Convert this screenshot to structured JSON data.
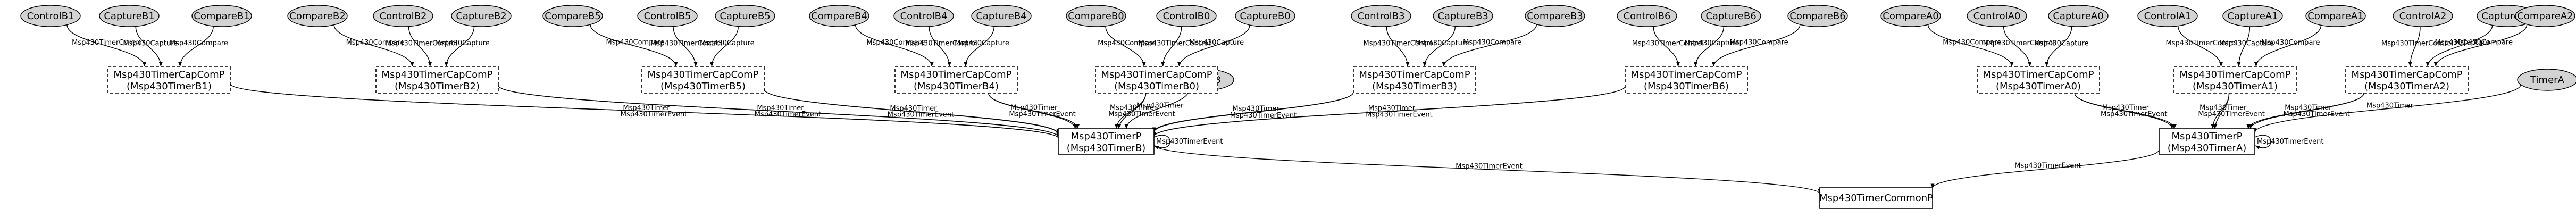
{
  "ellipse_nodes": [
    {
      "id": "ControlB1",
      "label": "ControlB1"
    },
    {
      "id": "CaptureB1",
      "label": "CaptureB1"
    },
    {
      "id": "CompareB1",
      "label": "CompareB1"
    },
    {
      "id": "CompareB2",
      "label": "CompareB2"
    },
    {
      "id": "ControlB2",
      "label": "ControlB2"
    },
    {
      "id": "CaptureB2",
      "label": "CaptureB2"
    },
    {
      "id": "CompareB5",
      "label": "CompareB5"
    },
    {
      "id": "ControlB5",
      "label": "ControlB5"
    },
    {
      "id": "CaptureB5",
      "label": "CaptureB5"
    },
    {
      "id": "CompareB4",
      "label": "CompareB4"
    },
    {
      "id": "ControlB4",
      "label": "ControlB4"
    },
    {
      "id": "CaptureB4",
      "label": "CaptureB4"
    },
    {
      "id": "CompareB0",
      "label": "CompareB0"
    },
    {
      "id": "ControlB0",
      "label": "ControlB0"
    },
    {
      "id": "CaptureB0",
      "label": "CaptureB0"
    },
    {
      "id": "TimerB",
      "label": "TimerB"
    },
    {
      "id": "ControlB3",
      "label": "ControlB3"
    },
    {
      "id": "CaptureB3",
      "label": "CaptureB3"
    },
    {
      "id": "CompareB3",
      "label": "CompareB3"
    },
    {
      "id": "ControlB6",
      "label": "ControlB6"
    },
    {
      "id": "CaptureB6",
      "label": "CaptureB6"
    },
    {
      "id": "CompareB6",
      "label": "CompareB6"
    },
    {
      "id": "CompareA0",
      "label": "CompareA0"
    },
    {
      "id": "ControlA0",
      "label": "ControlA0"
    },
    {
      "id": "CaptureA0",
      "label": "CaptureA0"
    },
    {
      "id": "ControlA1",
      "label": "ControlA1"
    },
    {
      "id": "CaptureA1",
      "label": "CaptureA1"
    },
    {
      "id": "CompareA1",
      "label": "CompareA1"
    },
    {
      "id": "ControlA2",
      "label": "ControlA2"
    },
    {
      "id": "CaptureA2",
      "label": "CaptureA2"
    },
    {
      "id": "CompareA2",
      "label": "CompareA2"
    },
    {
      "id": "TimerA",
      "label": "TimerA"
    }
  ],
  "config_nodes": [
    {
      "id": "CfgB1",
      "line1": "Msp430TimerCapComP",
      "line2": "(Msp430TimerB1)"
    },
    {
      "id": "CfgB2",
      "line1": "Msp430TimerCapComP",
      "line2": "(Msp430TimerB2)"
    },
    {
      "id": "CfgB5",
      "line1": "Msp430TimerCapComP",
      "line2": "(Msp430TimerB5)"
    },
    {
      "id": "CfgB4",
      "line1": "Msp430TimerCapComP",
      "line2": "(Msp430TimerB4)"
    },
    {
      "id": "CfgB0",
      "line1": "Msp430TimerCapComP",
      "line2": "(Msp430TimerB0)"
    },
    {
      "id": "CfgB3",
      "line1": "Msp430TimerCapComP",
      "line2": "(Msp430TimerB3)"
    },
    {
      "id": "CfgB6",
      "line1": "Msp430TimerCapComP",
      "line2": "(Msp430TimerB6)"
    },
    {
      "id": "CfgA0",
      "line1": "Msp430TimerCapComP",
      "line2": "(Msp430TimerA0)"
    },
    {
      "id": "CfgA1",
      "line1": "Msp430TimerCapComP",
      "line2": "(Msp430TimerA1)"
    },
    {
      "id": "CfgA2",
      "line1": "Msp430TimerCapComP",
      "line2": "(Msp430TimerA2)"
    }
  ],
  "module_nodes": [
    {
      "id": "TimerBP",
      "line1": "Msp430TimerP",
      "line2": "(Msp430TimerB)"
    },
    {
      "id": "TimerAP",
      "line1": "Msp430TimerP",
      "line2": "(Msp430TimerA)"
    },
    {
      "id": "Common",
      "line1": "Msp430TimerCommonP",
      "line2": ""
    }
  ],
  "edges": [
    {
      "from": "ControlB1",
      "to": "CfgB1",
      "label": "Msp430TimerControl"
    },
    {
      "from": "CaptureB1",
      "to": "CfgB1",
      "label": "Msp430Capture"
    },
    {
      "from": "CompareB1",
      "to": "CfgB1",
      "label": "Msp430Compare"
    },
    {
      "from": "CompareB2",
      "to": "CfgB2",
      "label": "Msp430Compare"
    },
    {
      "from": "ControlB2",
      "to": "CfgB2",
      "label": "Msp430TimerControl"
    },
    {
      "from": "CaptureB2",
      "to": "CfgB2",
      "label": "Msp430Capture"
    },
    {
      "from": "CompareB5",
      "to": "CfgB5",
      "label": "Msp430Compare"
    },
    {
      "from": "ControlB5",
      "to": "CfgB5",
      "label": "Msp430TimerControl"
    },
    {
      "from": "CaptureB5",
      "to": "CfgB5",
      "label": "Msp430Capture"
    },
    {
      "from": "CompareB4",
      "to": "CfgB4",
      "label": "Msp430Compare"
    },
    {
      "from": "ControlB4",
      "to": "CfgB4",
      "label": "Msp430TimerControl"
    },
    {
      "from": "CaptureB4",
      "to": "CfgB4",
      "label": "Msp430Capture"
    },
    {
      "from": "CompareB0",
      "to": "CfgB0",
      "label": "Msp430Compare"
    },
    {
      "from": "ControlB0",
      "to": "CfgB0",
      "label": "Msp430TimerControl"
    },
    {
      "from": "CaptureB0",
      "to": "CfgB0",
      "label": "Msp430Capture"
    },
    {
      "from": "ControlB3",
      "to": "CfgB3",
      "label": "Msp430TimerControl"
    },
    {
      "from": "CaptureB3",
      "to": "CfgB3",
      "label": "Msp430Capture"
    },
    {
      "from": "CompareB3",
      "to": "CfgB3",
      "label": "Msp430Compare"
    },
    {
      "from": "ControlB6",
      "to": "CfgB6",
      "label": "Msp430TimerControl"
    },
    {
      "from": "CaptureB6",
      "to": "CfgB6",
      "label": "Msp430Capture"
    },
    {
      "from": "CompareB6",
      "to": "CfgB6",
      "label": "Msp430Compare"
    },
    {
      "from": "CompareA0",
      "to": "CfgA0",
      "label": "Msp430Compare"
    },
    {
      "from": "ControlA0",
      "to": "CfgA0",
      "label": "Msp430TimerControl"
    },
    {
      "from": "CaptureA0",
      "to": "CfgA0",
      "label": "Msp430Capture"
    },
    {
      "from": "ControlA1",
      "to": "CfgA1",
      "label": "Msp430TimerControl"
    },
    {
      "from": "CaptureA1",
      "to": "CfgA1",
      "label": "Msp430Capture"
    },
    {
      "from": "CompareA1",
      "to": "CfgA1",
      "label": "Msp430Compare"
    },
    {
      "from": "ControlA2",
      "to": "CfgA2",
      "label": "Msp430TimerControl"
    },
    {
      "from": "CaptureA2",
      "to": "CfgA2",
      "label": "Msp430Capture"
    },
    {
      "from": "CompareA2",
      "to": "CfgA2",
      "label": "Msp430Compare"
    },
    {
      "from": "CfgB1",
      "to": "TimerBP",
      "label": "Msp430Timer"
    },
    {
      "from": "CfgB1",
      "to": "TimerBP",
      "label": "Msp430TimerEvent"
    },
    {
      "from": "CfgB2",
      "to": "TimerBP",
      "label": "Msp430Timer"
    },
    {
      "from": "CfgB2",
      "to": "TimerBP",
      "label": "Msp430TimerEvent"
    },
    {
      "from": "CfgB5",
      "to": "TimerBP",
      "label": "Msp430Timer"
    },
    {
      "from": "CfgB5",
      "to": "TimerBP",
      "label": "Msp430TimerEvent"
    },
    {
      "from": "CfgB4",
      "to": "TimerBP",
      "label": "Msp430Timer"
    },
    {
      "from": "CfgB4",
      "to": "TimerBP",
      "label": "Msp430TimerEvent"
    },
    {
      "from": "CfgB0",
      "to": "TimerBP",
      "label": "Msp430Timer"
    },
    {
      "from": "CfgB0",
      "to": "TimerBP",
      "label": "Msp430TimerEvent"
    },
    {
      "from": "TimerB",
      "to": "TimerBP",
      "label": "Msp430Timer"
    },
    {
      "from": "CfgB3",
      "to": "TimerBP",
      "label": "Msp430Timer"
    },
    {
      "from": "CfgB3",
      "to": "TimerBP",
      "label": "Msp430TimerEvent"
    },
    {
      "from": "CfgB6",
      "to": "TimerBP",
      "label": "Msp430Timer"
    },
    {
      "from": "CfgB6",
      "to": "TimerBP",
      "label": "Msp430TimerEvent"
    },
    {
      "from": "TimerBP",
      "to": "TimerBP",
      "label": "Msp430TimerEvent"
    },
    {
      "from": "CfgA0",
      "to": "TimerAP",
      "label": "Msp430Timer"
    },
    {
      "from": "CfgA0",
      "to": "TimerAP",
      "label": "Msp430TimerEvent"
    },
    {
      "from": "CfgA1",
      "to": "TimerAP",
      "label": "Msp430Timer"
    },
    {
      "from": "CfgA1",
      "to": "TimerAP",
      "label": "Msp430TimerEvent"
    },
    {
      "from": "CfgA2",
      "to": "TimerAP",
      "label": "Msp430Timer"
    },
    {
      "from": "CfgA2",
      "to": "TimerAP",
      "label": "Msp430TimerEvent"
    },
    {
      "from": "TimerA",
      "to": "TimerAP",
      "label": "Msp430Timer"
    },
    {
      "from": "TimerAP",
      "to": "TimerAP",
      "label": "Msp430TimerEvent"
    },
    {
      "from": "TimerBP",
      "to": "Common",
      "label": "Msp430TimerEvent"
    },
    {
      "from": "TimerAP",
      "to": "Common",
      "label": "Msp430TimerEvent"
    }
  ]
}
